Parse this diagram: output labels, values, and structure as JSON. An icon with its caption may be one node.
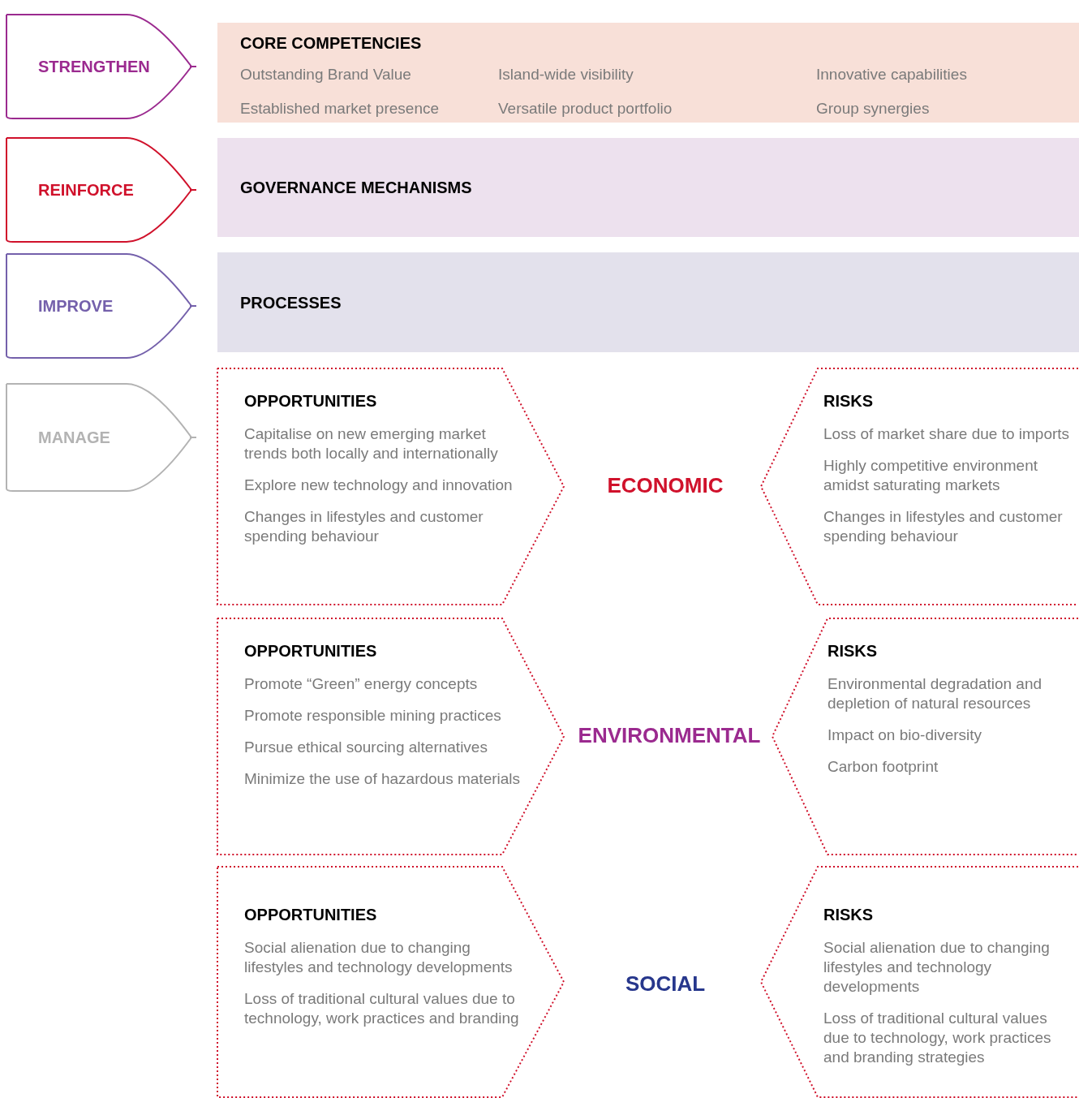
{
  "diagram": {
    "nodes": [
      {
        "text": [
          "STRENGTHEN"
        ]
      },
      {
        "text": [
          "REINFORCE"
        ]
      },
      {
        "text": [
          "IMPROVE"
        ]
      },
      {
        "text": [
          "MANAGE"
        ]
      },
      {
        "text": [
          "CORE COMPETENCIES",
          "Outstanding Brand Value",
          "Island-wide visibility",
          "Innovative capabilities",
          "Established market presence",
          "Versatile product portfolio",
          "Group synergies"
        ]
      },
      {
        "text": [
          "GOVERNANCE MECHANISMS"
        ]
      },
      {
        "text": [
          "PROCESSES"
        ]
      },
      {
        "text": [
          "OPPORTUNITIES",
          "Capitalise on new emerging market trends both locally and internationally",
          "Explore new technology and innovation",
          "Changes in lifestyles and customer spending behaviour"
        ]
      },
      {
        "text": [
          "ECONOMIC"
        ]
      },
      {
        "text": [
          "RISKS",
          "Loss of market share due to imports",
          "Highly competitive environment amidst saturating markets",
          "Changes in lifestyles and customer spending behaviour"
        ]
      },
      {
        "text": [
          "OPPORTUNITIES",
          "Promote “Green” energy concepts",
          "Promote responsible mining practices",
          "Pursue ethical sourcing alternatives",
          "Minimize the use of hazardous materials"
        ]
      },
      {
        "text": [
          "ENVIRONMENTAL"
        ]
      },
      {
        "text": [
          "RISKS",
          "Environmental degradation and depletion of natural resources",
          "Impact on bio-diversity",
          "Carbon footprint"
        ]
      },
      {
        "text": [
          "OPPORTUNITIES",
          "Social alienation due to changing lifestyles and technology developments",
          "Loss of traditional cultural values due to technology, work practices and branding"
        ]
      },
      {
        "text": [
          "SOCIAL"
        ]
      },
      {
        "text": [
          "RISKS",
          "Social alienation due to changing lifestyles and technology developments",
          "Loss of traditional cultural values due to technology, work practices and branding strategies"
        ]
      }
    ]
  }
}
